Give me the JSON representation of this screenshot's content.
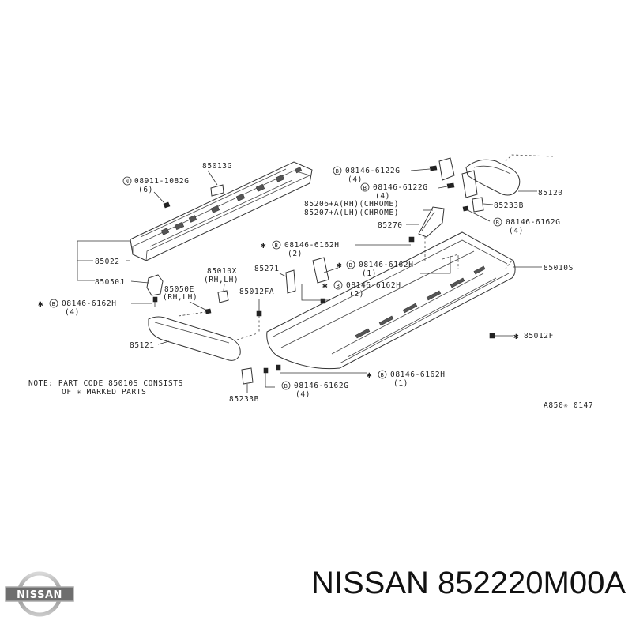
{
  "brand": "NISSAN",
  "caption": {
    "brand": "NISSAN",
    "part_number": "852220M00A"
  },
  "labels": {
    "p85013G": "85013G",
    "n08911_1082G": "08911-1082G",
    "n08911_qty": "(6)",
    "p85022": "85022",
    "p85050J": "85050J",
    "b08146_6162H_left": "08146-6162H",
    "qty_left_h": "(4)",
    "p85010X": "85010X",
    "p85010X_side": "(RH,LH)",
    "p85050E": "85050E",
    "p85050E_side": "(RH,LH)",
    "p85012FA": "85012FA",
    "p85121": "85121",
    "note_line1": "NOTE: PART CODE 85010S CONSISTS",
    "note_line2": "OF ✳ MARKED PARTS",
    "p85233B_bottom": "85233B",
    "b08146_6162G_bottom": "08146-6162G",
    "qty_bottom_g": "(4)",
    "b08146_6162H_bottom": "08146-6162H",
    "qty_bottom_h": "(1)",
    "b08146_6162H_mid": "08146-6162H",
    "qty_mid_h": "(2)",
    "p85271": "85271",
    "b08146_6162H_r1": "08146-6162H",
    "qty_r1": "(1)",
    "b08146_6162H_r2": "08146-6162H",
    "qty_r2": "(2)",
    "b08146_6122G": "08146-6122G",
    "qty_6122G": "(4)",
    "b08146_6122G_b": "08146-6122G",
    "qty_6122G_b": "(4)",
    "p85206": "85206+A(RH)(CHROME)",
    "p85207": "85207+A(LH)(CHROME)",
    "p85270": "85270",
    "p85120": "85120",
    "p85233B_right": "85233B",
    "b08146_6162G_right": "08146-6162G",
    "qty_right_g": "(4)",
    "p85010S": "85010S",
    "p85012F": "85012F",
    "ref_code": "A850✳ 0147"
  }
}
